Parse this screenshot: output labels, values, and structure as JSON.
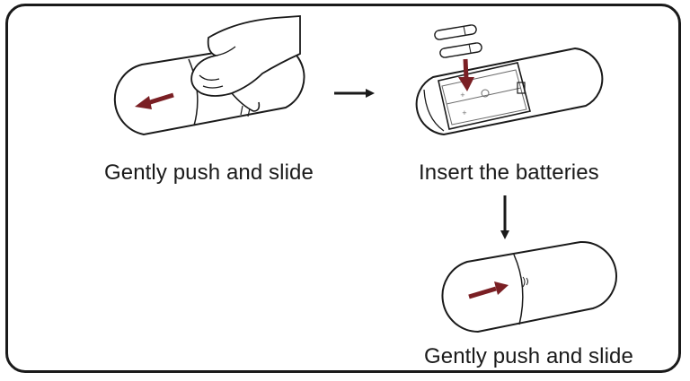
{
  "steps": [
    {
      "label": "Gently push and slide"
    },
    {
      "label": "Insert the batteries"
    },
    {
      "label": "Gently push and slide"
    }
  ],
  "colors": {
    "outline": "#1a1a1a",
    "arrow_accent": "#7a1f24",
    "background": "#ffffff",
    "inner_detail": "#6b6b6b"
  },
  "icons": {
    "step1": "hand-pushing-cover",
    "step2": "battery-compartment",
    "step3": "closed-remote"
  }
}
